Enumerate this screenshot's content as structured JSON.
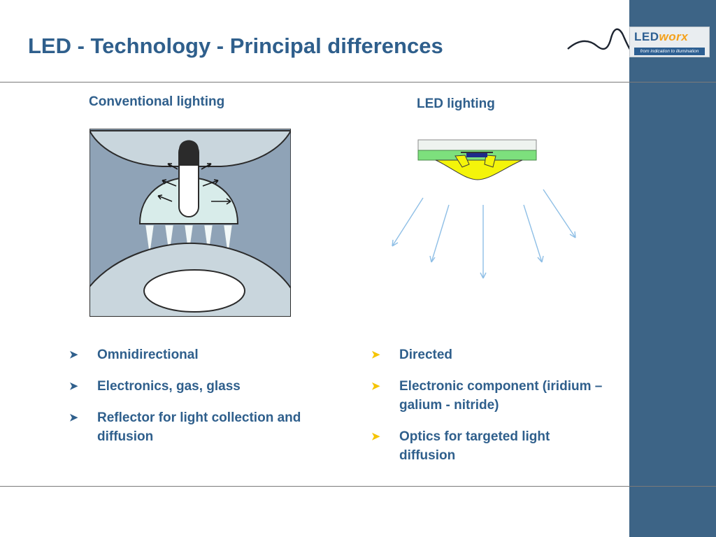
{
  "slide": {
    "title": "LED - Technology - Principal differences",
    "logo": {
      "word_led": "LED",
      "word_worx": "worx",
      "tagline": "from indication to illumination"
    }
  },
  "conventional": {
    "heading": "Conventional lighting",
    "bullets": [
      "Omnidirectional",
      "Electronics, gas, glass",
      "Reflector for light collection and diffusion"
    ]
  },
  "led": {
    "heading": "LED lighting",
    "bullets": [
      "Directed",
      "Electronic component (iridium – galium - nitride)",
      "Optics for targeted light diffusion"
    ]
  },
  "bullet_icons": {
    "conventional": "arrowhead-bullet-icon",
    "led": "arrowhead-bullet-icon"
  },
  "colors": {
    "title": "#2f5f8c",
    "sidebar": "#3d6486",
    "led_bullet": "#f5c400",
    "conventional_bullet": "#2f5f8c"
  }
}
